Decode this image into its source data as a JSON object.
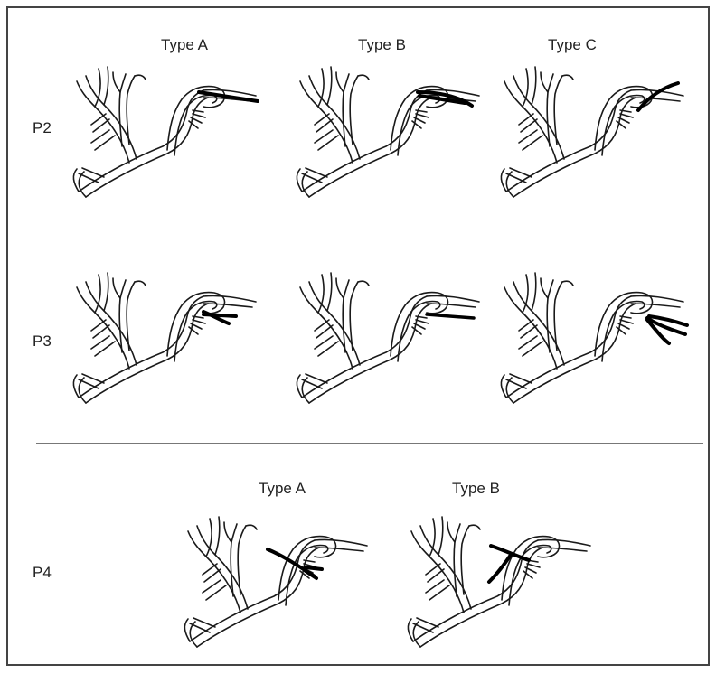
{
  "figure": {
    "top_column_labels": [
      "Type A",
      "Type B",
      "Type C"
    ],
    "bottom_column_labels": [
      "Type A",
      "Type B"
    ],
    "row_labels": [
      "P2",
      "P3",
      "P4"
    ]
  },
  "colors": {
    "vessel_outline": "#1a1a1a",
    "variant_highlight": "#000000",
    "divider": "#777777"
  }
}
